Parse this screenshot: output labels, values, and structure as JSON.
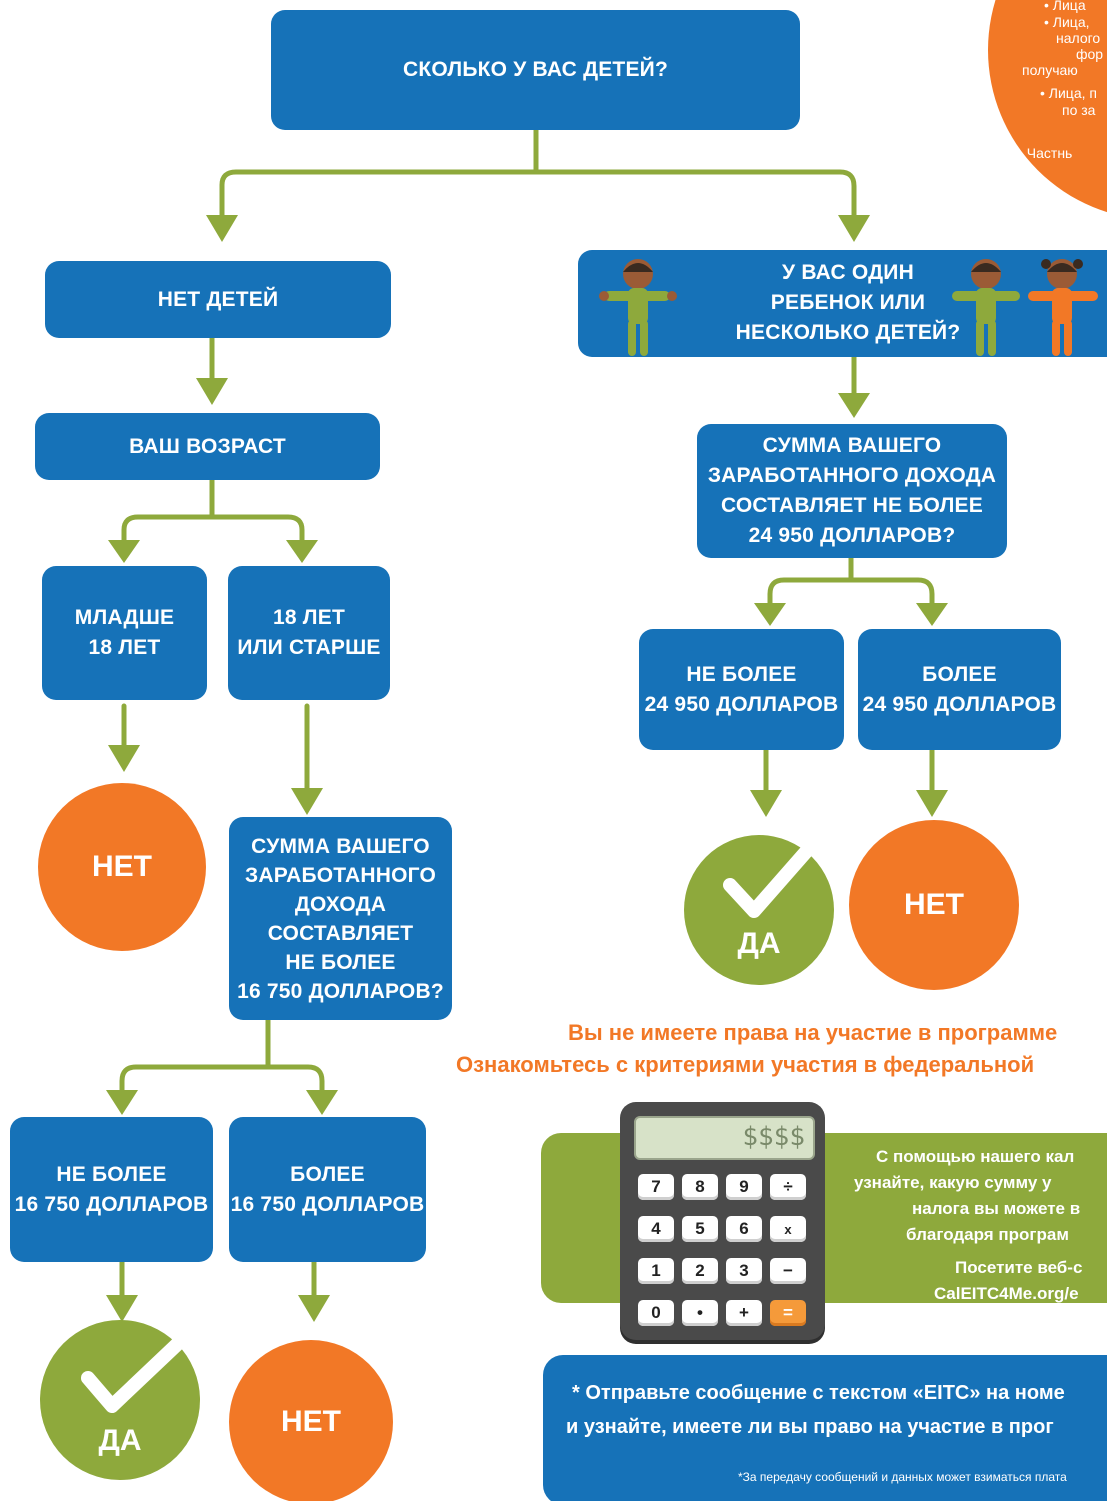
{
  "question_children": "СКОЛЬКО У ВАС ДЕТЕЙ?",
  "no_children": "НЕТ ДЕТЕЙ",
  "your_age": "ВАШ ВОЗРАСТ",
  "under_18": "МЛАДШЕ\n18 ЛЕТ",
  "over_18": "18 ЛЕТ\nИЛИ СТАРШЕ",
  "income_q_16750": "СУММА ВАШЕГО\nЗАРАБОТАННОГО\nДОХОДА\nСОСТАВЛЯЕТ\nНЕ БОЛЕЕ\n16 750 ДОЛЛАРОВ?",
  "not_more_16750": "НЕ БОЛЕЕ\n16 750 ДОЛЛАРОВ",
  "more_16750": "БОЛЕЕ\n16 750 ДОЛЛАРОВ",
  "has_children_q": "У ВАС ОДИН\nРЕБЕНОК ИЛИ\nНЕСКОЛЬКО ДЕТЕЙ?",
  "income_q_24950": "СУММА ВАШЕГО\nЗАРАБОТАННОГО ДОХОДА\nСОСТАВЛЯЕТ НЕ БОЛЕЕ\n24 950 ДОЛЛАРОВ?",
  "not_more_24950": "НЕ БОЛЕЕ\n24 950 ДОЛЛАРОВ",
  "more_24950": "БОЛЕЕ\n24 950 ДОЛЛАРОВ",
  "no": "НЕТ",
  "yes": "ДА",
  "not_eligible_line1": "Вы не имеете права на участие в программе",
  "not_eligible_line2": "Ознакомьтесь с критериями участия в федеральной",
  "calc": {
    "display": "$$$$",
    "text_lines": [
      "С помощью нашего кал",
      "узнайте, какую сумму у",
      "налога вы можете в",
      "благодаря програм"
    ],
    "visit_lines": [
      "Посетите веб-с",
      "CalEITC4Me.org/e"
    ],
    "keys": [
      "7",
      "8",
      "9",
      "÷",
      "4",
      "5",
      "6",
      "x",
      "1",
      "2",
      "3",
      "−",
      "0",
      "•",
      "+",
      "="
    ]
  },
  "sms_line1": "* Отправьте сообщение с текстом «EITC» на номе",
  "sms_line2": "и узнайте, имеете ли вы право на участие в прог",
  "sms_note": "*За передачу сообщений и данных может взиматься плата",
  "exclusions": [
    "• Лица",
    "• Лица,",
    "налого",
    "фор",
    "получаю",
    "• Лица, п",
    "по за",
    "• Частнь"
  ],
  "colors": {
    "blue": "#1672b8",
    "green": "#8ea93c",
    "orange": "#f27826",
    "line": "#8ea93c"
  }
}
